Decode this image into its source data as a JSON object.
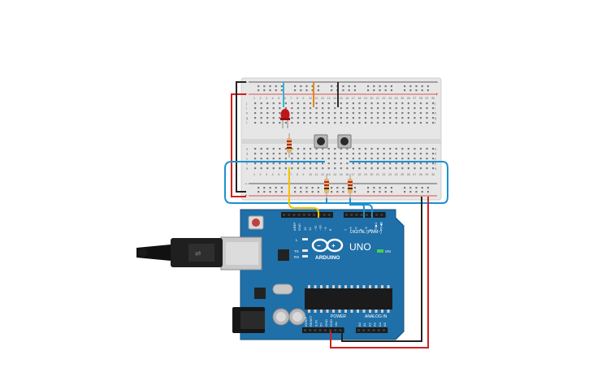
{
  "board": {
    "brand": "ARDUINO",
    "model": "UNO",
    "digital_label": "DIGITAL (PWM~)",
    "power_label": "POWER",
    "analog_label": "ANALOG IN",
    "on_label": "ON",
    "l_label": "L",
    "tx_label": "TX",
    "rx_label": "RX",
    "aref_label": "AREF",
    "gnd_label": "GND",
    "digital_pins": [
      "13",
      "12",
      "~11",
      "~10",
      "~9",
      "8",
      "7",
      "~6",
      "~5",
      "4",
      "~3",
      "2",
      "TX▶1",
      "RX◀0"
    ],
    "power_pins": [
      "IOREF",
      "RESET",
      "3.3V",
      "5V",
      "GND",
      "GND",
      "Vin"
    ],
    "analog_pins": [
      "A0",
      "A1",
      "A2",
      "A3",
      "A4",
      "A5"
    ]
  },
  "breadboard": {
    "columns": [
      "1",
      "2",
      "3",
      "4",
      "5",
      "6",
      "7",
      "8",
      "9",
      "10",
      "11",
      "12",
      "13",
      "14",
      "15",
      "16",
      "17",
      "18",
      "19",
      "20",
      "21",
      "22",
      "23",
      "24",
      "25",
      "26",
      "27",
      "28",
      "29",
      "30"
    ],
    "rows_top": [
      "j",
      "i",
      "h",
      "g",
      "f"
    ],
    "rows_bottom": [
      "e",
      "d",
      "c",
      "b",
      "a"
    ],
    "rail_plus": "+",
    "rail_minus": "−"
  },
  "colors": {
    "board_blue": "#1f6fa8",
    "wire_red": "#d02020",
    "wire_black": "#222222",
    "wire_yellow": "#f2c200",
    "wire_cyan": "#1e90d0",
    "wire_orange": "#e8880c",
    "led_red": "#c0161a",
    "breadboard": "#e4e4e4"
  }
}
